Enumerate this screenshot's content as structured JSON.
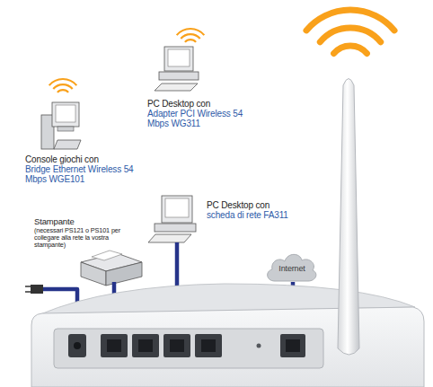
{
  "diagram": {
    "nodes": [
      {
        "text": [
          "PC Desktop con",
          "Adapter PCI Wireless 54 Mbps WG311"
        ]
      },
      {
        "text": [
          "Console giochi con",
          "Bridge Ethernet Wireless 54 Mbps WGE101"
        ]
      },
      {
        "text": [
          "PC Desktop con",
          "scheda di rete FA311"
        ]
      },
      {
        "text": [
          "Stampante",
          "(necessari PS121 o PS101 per collegare alla rete la vostra stampante)"
        ]
      },
      {
        "text": [
          "Internet"
        ]
      }
    ]
  }
}
